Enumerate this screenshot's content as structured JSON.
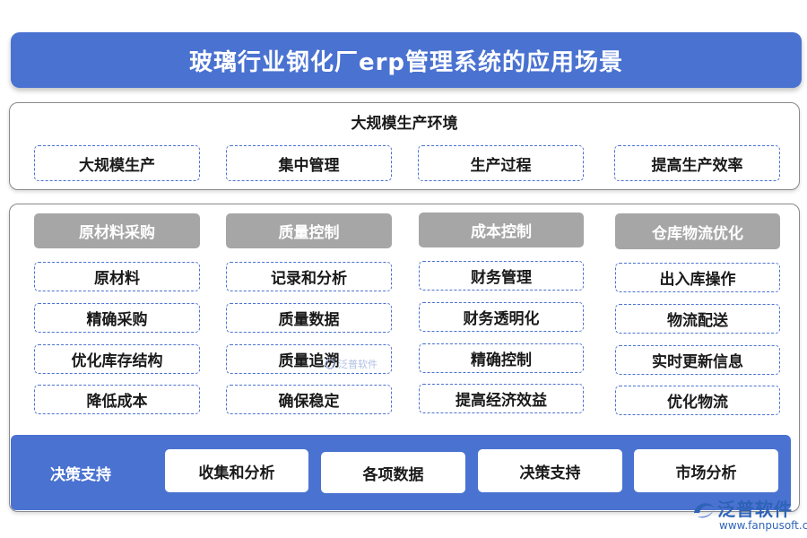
{
  "title": "玻璃行业钢化厂erp管理系统的应用场景",
  "environment": {
    "title": "大规模生产环境",
    "items": [
      "大规模生产",
      "集中管理",
      "生产过程",
      "提高生产效率"
    ]
  },
  "columns": [
    {
      "header": "原材料采购",
      "items": [
        "原材料",
        "精确采购",
        "优化库存结构",
        "降低成本"
      ]
    },
    {
      "header": "质量控制",
      "items": [
        "记录和分析",
        "质量数据",
        "质量追溯",
        "确保稳定"
      ]
    },
    {
      "header": "成本控制",
      "items": [
        "财务管理",
        "财务透明化",
        "精确控制",
        "提高经济效益"
      ]
    },
    {
      "header": "仓库物流优化",
      "items": [
        "出入库操作",
        "物流配送",
        "实时更新信息",
        "优化物流"
      ]
    }
  ],
  "decision": {
    "label": "决策支持",
    "items": [
      "收集和分析",
      "各项数据",
      "决策支持",
      "市场分析"
    ]
  },
  "watermark": "泛普软件",
  "logo": {
    "name": "泛普软件",
    "url": "www.fanpusoft.com"
  },
  "colors": {
    "primary": "#4a72d1",
    "header_gray": "#a6a6a6",
    "logo_blue": "#2e63b8"
  }
}
